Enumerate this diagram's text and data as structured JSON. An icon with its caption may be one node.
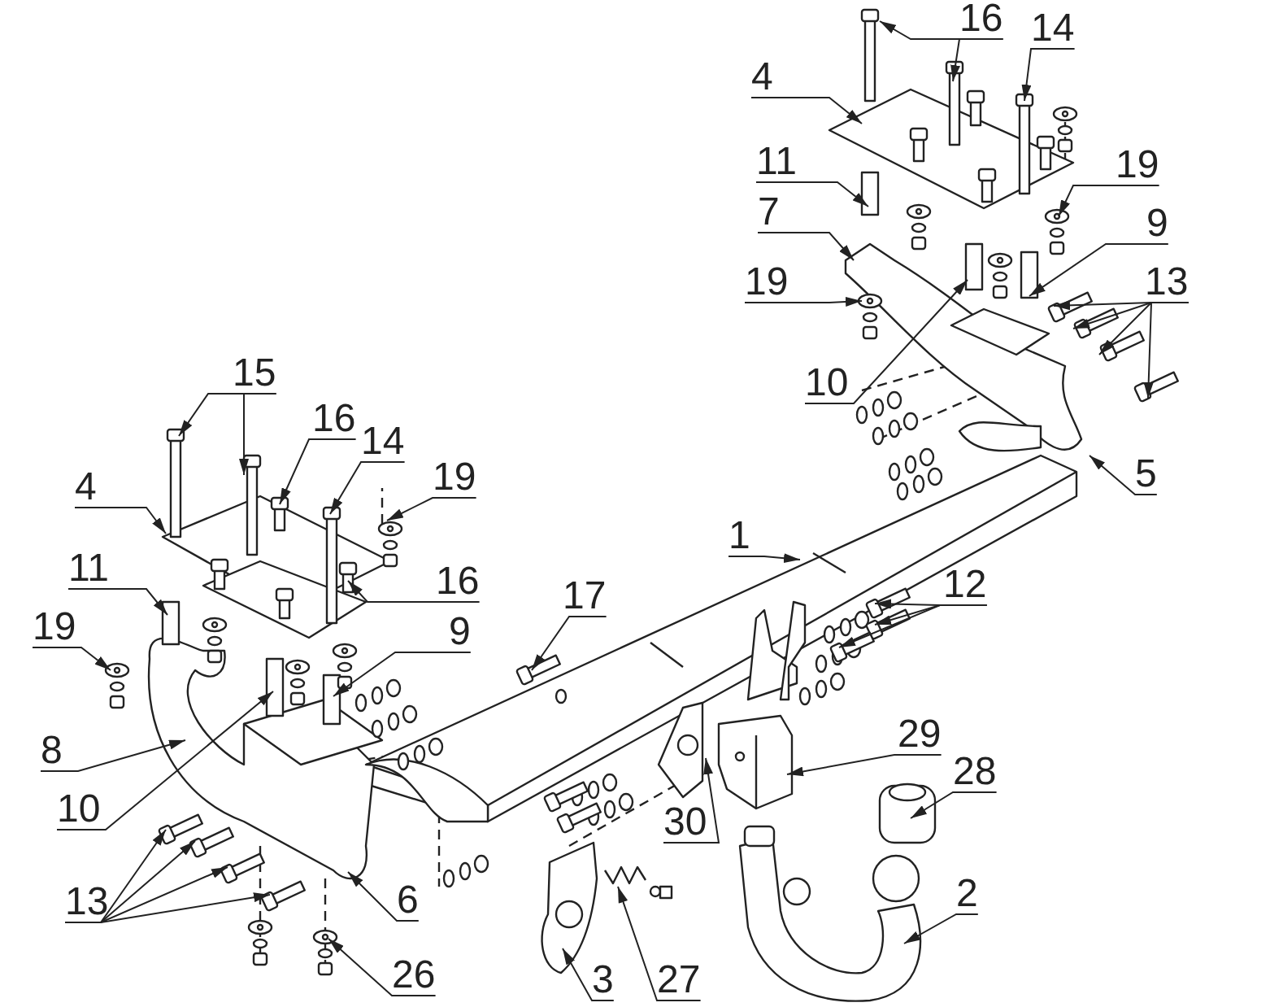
{
  "diagram": {
    "nodes": [
      {
        "text": [
          "16"
        ]
      },
      {
        "text": [
          "14"
        ]
      },
      {
        "text": [
          "4"
        ]
      },
      {
        "text": [
          "11"
        ]
      },
      {
        "text": [
          "19"
        ]
      },
      {
        "text": [
          "7"
        ]
      },
      {
        "text": [
          "9"
        ]
      },
      {
        "text": [
          "19"
        ]
      },
      {
        "text": [
          "13"
        ]
      },
      {
        "text": [
          "10"
        ]
      },
      {
        "text": [
          "15"
        ]
      },
      {
        "text": [
          "16"
        ]
      },
      {
        "text": [
          "14"
        ]
      },
      {
        "text": [
          "5"
        ]
      },
      {
        "text": [
          "19"
        ]
      },
      {
        "text": [
          "4"
        ]
      },
      {
        "text": [
          "1"
        ]
      },
      {
        "text": [
          "11"
        ]
      },
      {
        "text": [
          "16"
        ]
      },
      {
        "text": [
          "17"
        ]
      },
      {
        "text": [
          "12"
        ]
      },
      {
        "text": [
          "19"
        ]
      },
      {
        "text": [
          "9"
        ]
      },
      {
        "text": [
          "29"
        ]
      },
      {
        "text": [
          "8"
        ]
      },
      {
        "text": [
          "28"
        ]
      },
      {
        "text": [
          "10"
        ]
      },
      {
        "text": [
          "30"
        ]
      },
      {
        "text": [
          "2"
        ]
      },
      {
        "text": [
          "13"
        ]
      },
      {
        "text": [
          "6"
        ]
      },
      {
        "text": [
          "26"
        ]
      },
      {
        "text": [
          "3"
        ]
      },
      {
        "text": [
          "27"
        ]
      }
    ],
    "edges": [
      {
        "from": 0,
        "to": null,
        "arrow": "to"
      },
      {
        "from": 0,
        "to": null,
        "arrow": "to"
      },
      {
        "from": 1,
        "to": null,
        "arrow": "to"
      },
      {
        "from": 2,
        "to": null,
        "arrow": "to"
      },
      {
        "from": 3,
        "to": null,
        "arrow": "to"
      },
      {
        "from": 4,
        "to": null,
        "arrow": "to"
      },
      {
        "from": 5,
        "to": null,
        "arrow": "to"
      },
      {
        "from": 6,
        "to": null,
        "arrow": "to"
      },
      {
        "from": 7,
        "to": null,
        "arrow": "to"
      },
      {
        "from": 8,
        "to": null,
        "arrow": "to"
      },
      {
        "from": 8,
        "to": null,
        "arrow": "to"
      },
      {
        "from": 8,
        "to": null,
        "arrow": "to"
      },
      {
        "from": 8,
        "to": null,
        "arrow": "to"
      },
      {
        "from": 9,
        "to": null,
        "arrow": "to"
      },
      {
        "from": 10,
        "to": null,
        "arrow": "to"
      },
      {
        "from": 10,
        "to": null,
        "arrow": "to"
      },
      {
        "from": 11,
        "to": null,
        "arrow": "to"
      },
      {
        "from": 12,
        "to": null,
        "arrow": "to"
      },
      {
        "from": 13,
        "to": null,
        "arrow": "to"
      },
      {
        "from": 14,
        "to": null,
        "arrow": "to"
      },
      {
        "from": 15,
        "to": null,
        "arrow": "to"
      },
      {
        "from": 16,
        "to": null,
        "arrow": "to"
      },
      {
        "from": 17,
        "to": null,
        "arrow": "to"
      },
      {
        "from": 18,
        "to": null,
        "arrow": "to"
      },
      {
        "from": 19,
        "to": null,
        "arrow": "to"
      },
      {
        "from": 20,
        "to": null,
        "arrow": "to"
      },
      {
        "from": 20,
        "to": null,
        "arrow": "to"
      },
      {
        "from": 20,
        "to": null,
        "arrow": "to"
      },
      {
        "from": 21,
        "to": null,
        "arrow": "to"
      },
      {
        "from": 22,
        "to": null,
        "arrow": "to"
      },
      {
        "from": 23,
        "to": null,
        "arrow": "to"
      },
      {
        "from": 24,
        "to": null,
        "arrow": "to"
      },
      {
        "from": 25,
        "to": null,
        "arrow": "to"
      },
      {
        "from": 26,
        "to": null,
        "arrow": "to"
      },
      {
        "from": 27,
        "to": null,
        "arrow": "to"
      },
      {
        "from": 28,
        "to": null,
        "arrow": "to"
      },
      {
        "from": 29,
        "to": null,
        "arrow": "to"
      },
      {
        "from": 29,
        "to": null,
        "arrow": "to"
      },
      {
        "from": 29,
        "to": null,
        "arrow": "to"
      },
      {
        "from": 29,
        "to": null,
        "arrow": "to"
      },
      {
        "from": 30,
        "to": null,
        "arrow": "to"
      },
      {
        "from": 31,
        "to": null,
        "arrow": "to"
      },
      {
        "from": 32,
        "to": null,
        "arrow": "to"
      },
      {
        "from": 33,
        "to": null,
        "arrow": "to"
      }
    ]
  }
}
